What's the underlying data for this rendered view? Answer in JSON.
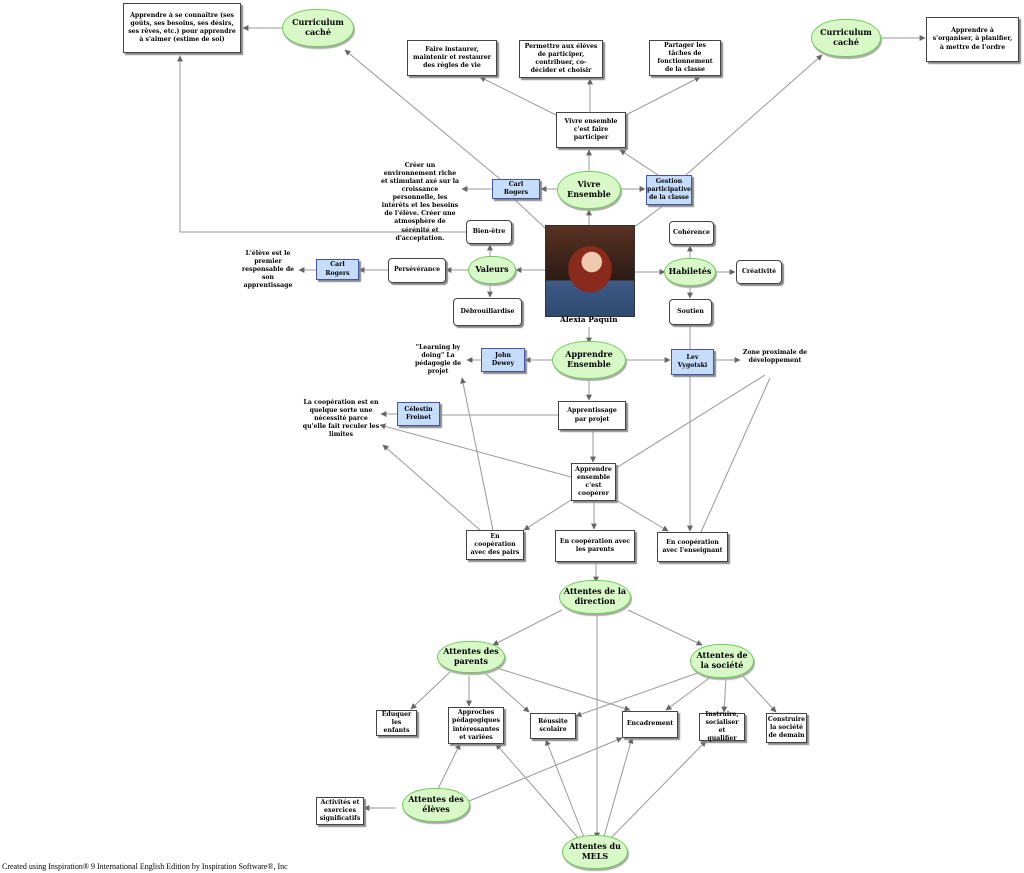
{
  "center": {
    "name": "Alexia Paquin"
  },
  "clouds": {
    "curriculum_left": "Curriculum caché",
    "curriculum_right": "Curriculum caché",
    "vivre": "Vivre Ensemble",
    "valeurs": "Valeurs",
    "habiletes": "Habiletés",
    "apprendre": "Apprendre Ensemble",
    "direction": "Attentes de la direction",
    "parents": "Attentes des parents",
    "societe": "Attentes de la société",
    "eleves": "Attentes des élèves",
    "mels": "Attentes du MELS"
  },
  "boxes": {
    "se_connaitre": "Apprendre à se connaître (ses goûts, ses besoins, ses désirs, ses rêves, etc.) pour apprendre à s'aimer (estime de soi)",
    "regles": "Faire instaurer, maintenir et restaurer des règles de vie",
    "participer": "Permettre aux élèves de participer, contribuer, co-décider et choisir",
    "taches": "Partager les tâches de fonctionnement de la classe",
    "organiser": "Apprendre à s'organiser, à planifier, à mettre de l'ordre",
    "vivre_participer": "Vivre ensemble c'est faire participer",
    "carl_rogers_1": "Carl Rogers",
    "gestion": "Gestion participative de la classe",
    "bien_etre": "Bien-être",
    "coherence": "Cohérence",
    "carl_rogers_2": "Carl Rogers",
    "perseverance": "Persévérance",
    "creativite": "Créativité",
    "debrouillardise": "Débrouillardise",
    "soutien": "Soutien",
    "john_dewey": "John Dewey",
    "lev_vygotski": "Lev Vygotski",
    "celestin_freinet": "Célestin Freinet",
    "apprentissage_projet": "Apprentissage par projet",
    "cooperer": "Apprendre ensemble c'est coopérer",
    "coop_pairs": "En coopération avec des pairs",
    "coop_parents": "En coopération avec les parents",
    "coop_enseignant": "En coopération avec l'enseignant",
    "eduquer": "Éduquer les enfants",
    "approches": "Approches pédagogiques intéressantes et variées",
    "reussite": "Réussite scolaire",
    "encadrement": "Encadrement",
    "instruire": "Instruire, socialiser et qualifier",
    "construire": "Construire la société de demain",
    "activites": "Activités et exercices significatifs"
  },
  "notes": {
    "environnement": "Créer un environnement riche et stimulant axé sur la croissance personnelle, les intérêts et les besoins de l'élève. Créer une atmosphère de sérénité et d'acceptation.",
    "responsable": "L'élève est le premier responsable de son apprentissage",
    "learning": "\"Learning by doing\" La pédagogie de projet",
    "zone": "Zone proximale de développement",
    "cooperation": "La coopération est en quelque sorte une nécessité parce qu'elle fait reculer les limites"
  },
  "footer": "Created using Inspiration® 9 International English Edition by Inspiration Software®, Inc",
  "colors": {
    "cloud_fill": "#d8f8c8",
    "cloud_border": "#6fcf5a",
    "person_box": "#c5dcfa",
    "edge": "#888888"
  }
}
